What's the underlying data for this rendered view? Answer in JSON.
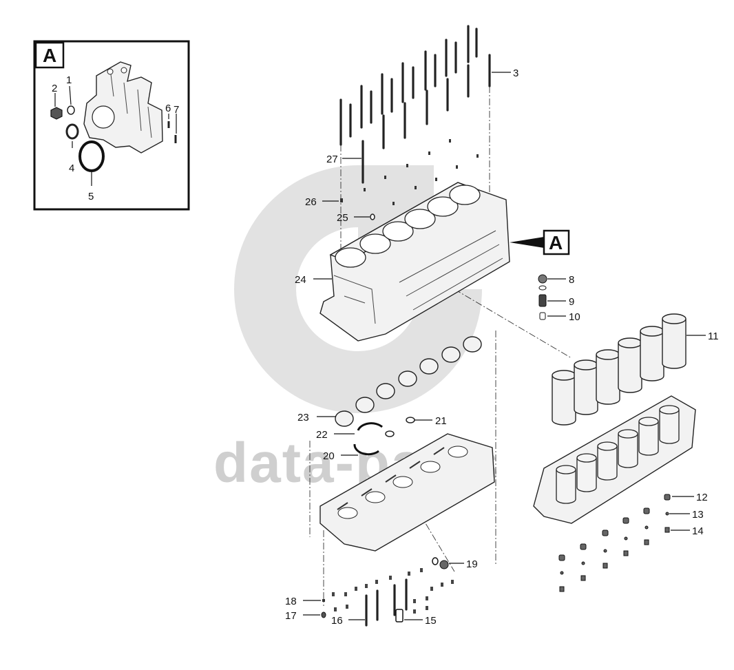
{
  "watermark": {
    "text": "data-parts"
  },
  "detail_view": {
    "label": "A"
  },
  "view_arrow": {
    "label": "A"
  },
  "callouts": {
    "c1": "1",
    "c2": "2",
    "c3": "3",
    "c4": "4",
    "c5": "5",
    "c6": "6",
    "c7": "7",
    "c8": "8",
    "c9": "9",
    "c10": "10",
    "c11": "11",
    "c12": "12",
    "c13": "13",
    "c14": "14",
    "c15": "15",
    "c16": "16",
    "c17": "17",
    "c18": "18",
    "c19": "19",
    "c20": "20",
    "c21": "21",
    "c22": "22",
    "c23": "23",
    "c24": "24",
    "c25": "25",
    "c26": "26",
    "c27": "27"
  }
}
